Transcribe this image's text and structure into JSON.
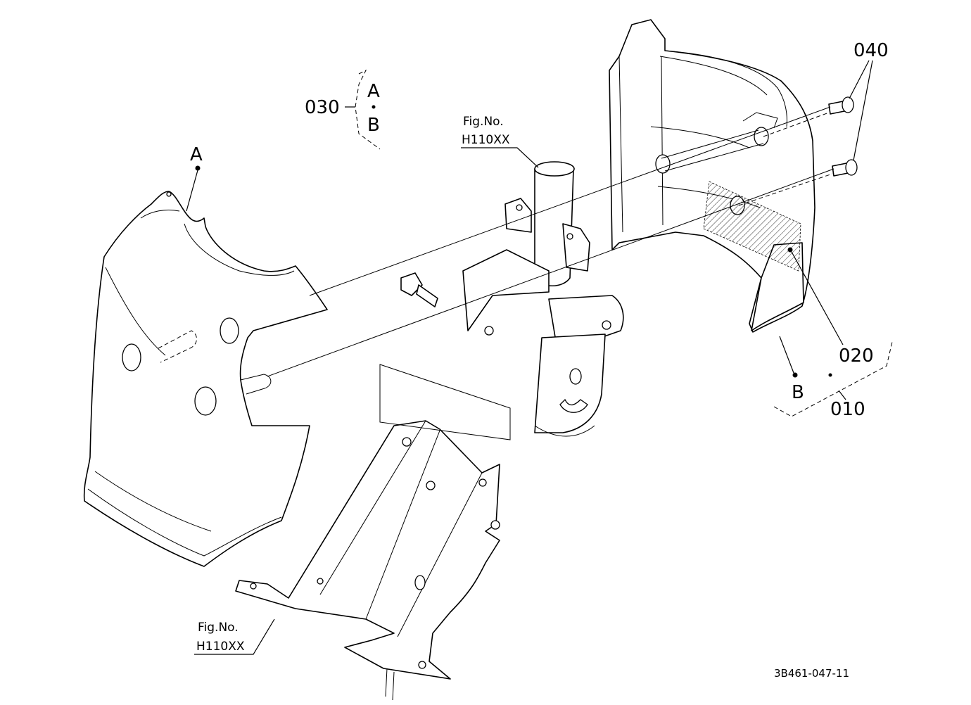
{
  "callouts": {
    "c030": "030",
    "c040": "040",
    "c020": "020",
    "c010": "010",
    "ref_a_main": "A",
    "ref_a_group": "A",
    "ref_b_group": "B",
    "ref_b_main": "B"
  },
  "figure_refs": [
    {
      "caption": "Fig.No.",
      "code": "H110XX"
    },
    {
      "caption": "Fig.No.",
      "code": "H110XX"
    }
  ],
  "drawing_number": "3B461-047-11",
  "colors": {
    "line": "#000000",
    "paper": "#ffffff",
    "hatch": "#000000"
  }
}
